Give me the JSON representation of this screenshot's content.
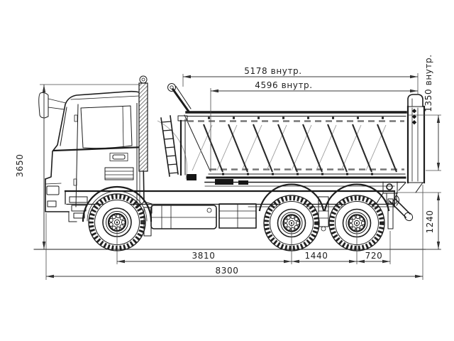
{
  "drawing": {
    "subject": "Dump truck side view technical drawing",
    "style": "engineering line drawing",
    "background": "#ffffff",
    "line_color": "#1c1c1c",
    "dimension_color": "#3a3a3a"
  },
  "dims": {
    "body_top_inner_length": "5178 внутр.",
    "body_floor_inner_length": "4596 внутр.",
    "body_inner_height": "1350 внутр.",
    "overall_height": "3650",
    "rear_frame_height": "1240",
    "axle1_to_axle2": "3810",
    "axle2_to_axle3": "1440",
    "axle3_to_frame_end": "720",
    "overall_length": "8300"
  }
}
